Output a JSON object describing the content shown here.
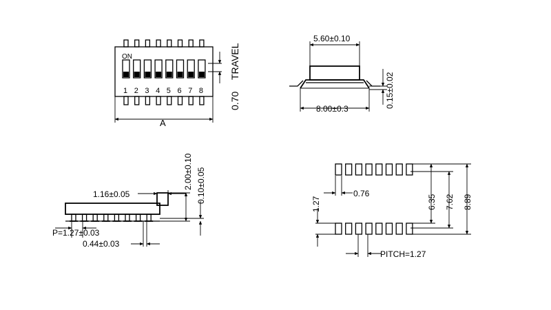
{
  "top_view": {
    "on_label": "ON",
    "switch_numbers": [
      "1",
      "2",
      "3",
      "4",
      "5",
      "6",
      "7",
      "8"
    ],
    "travel_label": "TRAVEL",
    "travel_value": "0.70",
    "width_label": "A"
  },
  "side_view": {
    "top_width": "5.60±0.10",
    "body_width": "8.00±0.3",
    "lead_thickness": "0.15±0.02"
  },
  "front_view": {
    "height": "2.00±0.10",
    "standoff": "0.10±0.05",
    "lead_offset": "1.16±0.05",
    "pitch": "P=1.27±0.03",
    "lead_width": "0.44±0.03"
  },
  "footprint": {
    "pad_length": "1.27",
    "pad_width": "0.76",
    "inner_span": "6.35",
    "center_span": "7.62",
    "outer_span": "8.89",
    "pitch": "PITCH=1.27"
  }
}
